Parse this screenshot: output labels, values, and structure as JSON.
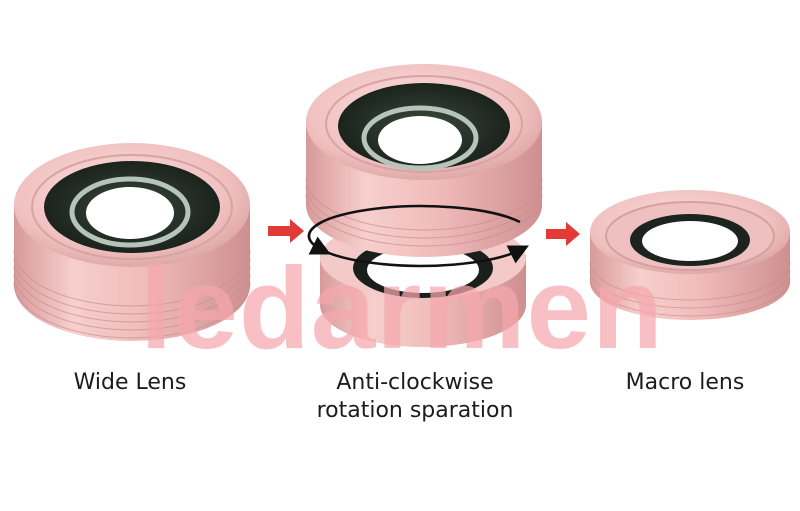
{
  "captions": {
    "wide": "Wide Lens",
    "rotation_line1": "Anti-clockwise",
    "rotation_line2": "rotation sparation",
    "macro": "Macro lens"
  },
  "watermark": "ledarmen",
  "colors": {
    "lens_pink": "#f2c1c0",
    "lens_pink_dark": "#d89c9c",
    "glass": "#1f2a22",
    "arrow_red": "#e23a36",
    "watermark": "#f6a8ae"
  }
}
